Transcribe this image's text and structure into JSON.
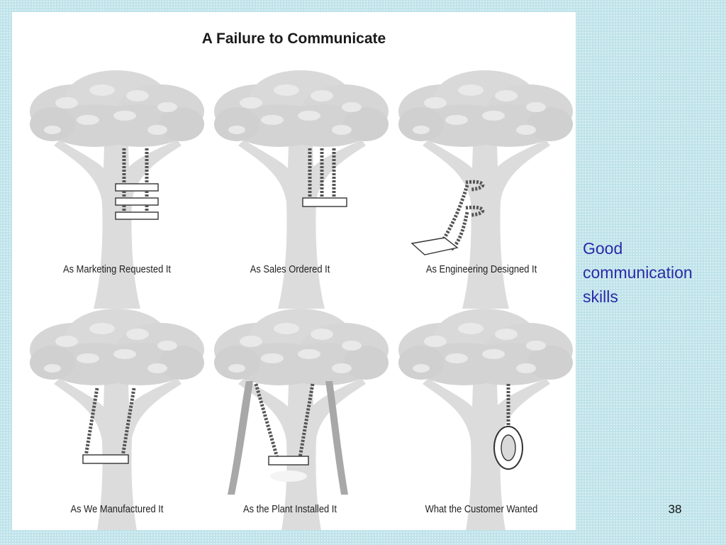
{
  "figure": {
    "title": "A Failure to Communicate",
    "captions": [
      "As Marketing Requested It",
      "As Sales Ordered It",
      "As Engineering Designed It",
      "As We Manufactured It",
      "As the Plant Installed It",
      "What the Customer Wanted"
    ]
  },
  "side_text": {
    "lines": [
      "Good",
      "communication",
      "skills"
    ]
  },
  "slide_number": "38",
  "colors": {
    "background": "#bfe3ea",
    "side_text": "#2a2aa8",
    "tree": "#d9d9d9"
  }
}
